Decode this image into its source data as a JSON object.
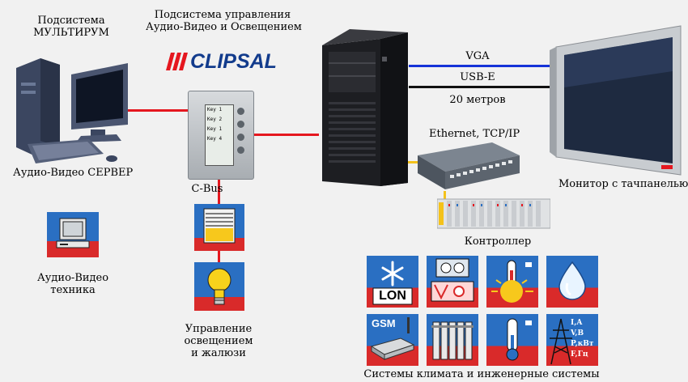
{
  "labels": {
    "multiroom": [
      "Подсистема",
      "МУЛЬТИРУМ"
    ],
    "control_subsystem": [
      "Подсистема управления",
      "Аудио-Видео и Освещением"
    ],
    "clipsal_logo": "CLIPSAL",
    "av_server": "Аудио-Видео СЕРВЕР",
    "cbus": "C-Bus",
    "vga": "VGA",
    "usbe": "USB-E",
    "meters20": "20 метров",
    "ethernet": "Ethernet, TCP/IP",
    "controller": "Контроллер",
    "monitor": "Монитор с тачпанелью",
    "av_tech": [
      "Аудио-Видео",
      "техника"
    ],
    "lighting": [
      "Управление",
      "освещением",
      "и жалюзи"
    ],
    "systems_caption": "Системы климата и инженерные системы"
  },
  "keypad": {
    "keys": [
      "Key 1",
      "Key 2",
      "Key 1",
      "Key 4"
    ]
  },
  "tiles": {
    "lon": "LON",
    "gsm": "GSM",
    "power": [
      "I,A",
      "V,B",
      "P,кВт",
      "F,Гц"
    ]
  },
  "colors": {
    "red_line": "#e5171f",
    "blue_line": "#1533d8",
    "yellow_line": "#f4c21b",
    "tile_blue": "#2a6fc2",
    "tile_red": "#d92a2a"
  }
}
